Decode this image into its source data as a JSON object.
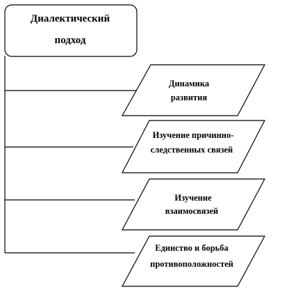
{
  "root": {
    "line1": "Диалектический",
    "line2": "подход"
  },
  "branches": [
    {
      "line1": "Динамика",
      "line2": "развития"
    },
    {
      "line1": "Изучение причинно-",
      "line2": "следственных связей"
    },
    {
      "line1": "Изучение",
      "line2": "взаимосвязей"
    },
    {
      "line1": "Единство и борьба",
      "line2": "противоположностей"
    }
  ]
}
